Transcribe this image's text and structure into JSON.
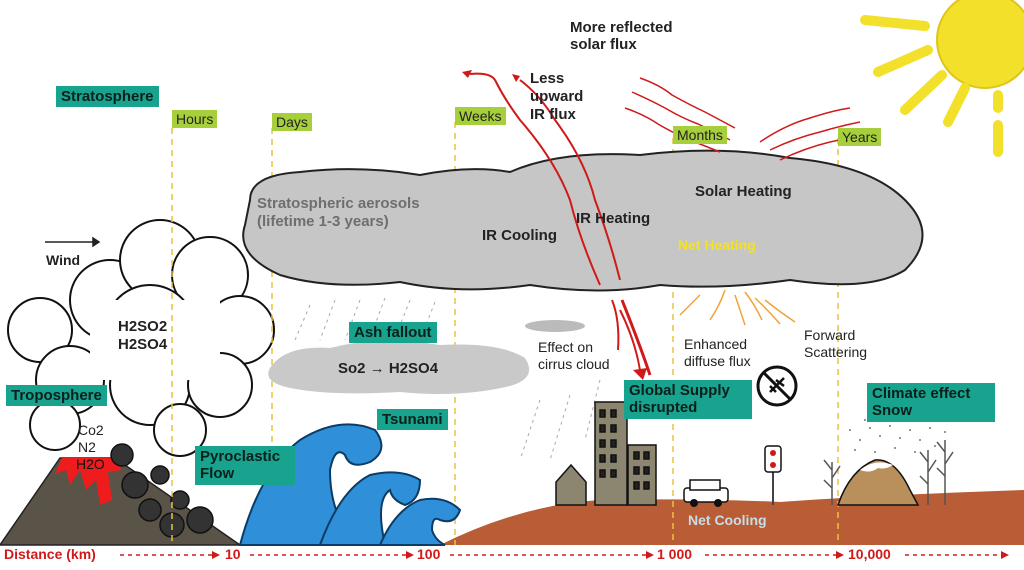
{
  "layers": {
    "stratosphere": "Stratosphere",
    "troposphere": "Troposphere"
  },
  "timescales": [
    "Hours",
    "Days",
    "Weeks",
    "Months",
    "Years"
  ],
  "distance": {
    "label": "Distance (km)",
    "ticks": [
      "10",
      "100",
      "1 000",
      "10,000"
    ]
  },
  "wind": "Wind",
  "plume": {
    "line1": "H2SO2",
    "line2": "H2SO4"
  },
  "volcano_gases": [
    "Co2",
    "N2",
    "H2O"
  ],
  "boxes": {
    "pyroclastic": "Pyroclastic Flow",
    "ash_fallout": "Ash fallout",
    "tsunami": "Tsunami",
    "global_supply": "Global Supply disrupted",
    "climate_effect": "Climate effect Snow"
  },
  "so2_cloud": "So2 → H2SO4",
  "aerosol_cloud": {
    "title_line1": "Stratospheric aerosols",
    "title_line2": "(lifetime 1-3 years)",
    "ir_cooling": "IR Cooling",
    "ir_heating": "IR Heating",
    "solar_heating": "Solar Heating",
    "net_heating": "Net Heating"
  },
  "flux": {
    "reflected_line1": "More reflected",
    "reflected_line2": "solar flux",
    "less_ir_line1": "Less",
    "less_ir_line2": "upward",
    "less_ir_line3": "IR flux"
  },
  "cirrus_line1": "Effect on",
  "cirrus_line2": "cirrus cloud",
  "diffuse_line1": "Enhanced",
  "diffuse_line2": "diffuse flux",
  "forward_line1": "Forward",
  "forward_line2": "Scattering",
  "net_cooling": "Net Cooling",
  "colors": {
    "teal": "#17a38d",
    "green": "#a7cf3b",
    "cloud": "#c9c9c9",
    "ground": "#b85d35",
    "wave": "#2f8fd8",
    "sun": "#f2e02a",
    "red": "#d01a1a",
    "orange": "#f0a33a"
  }
}
